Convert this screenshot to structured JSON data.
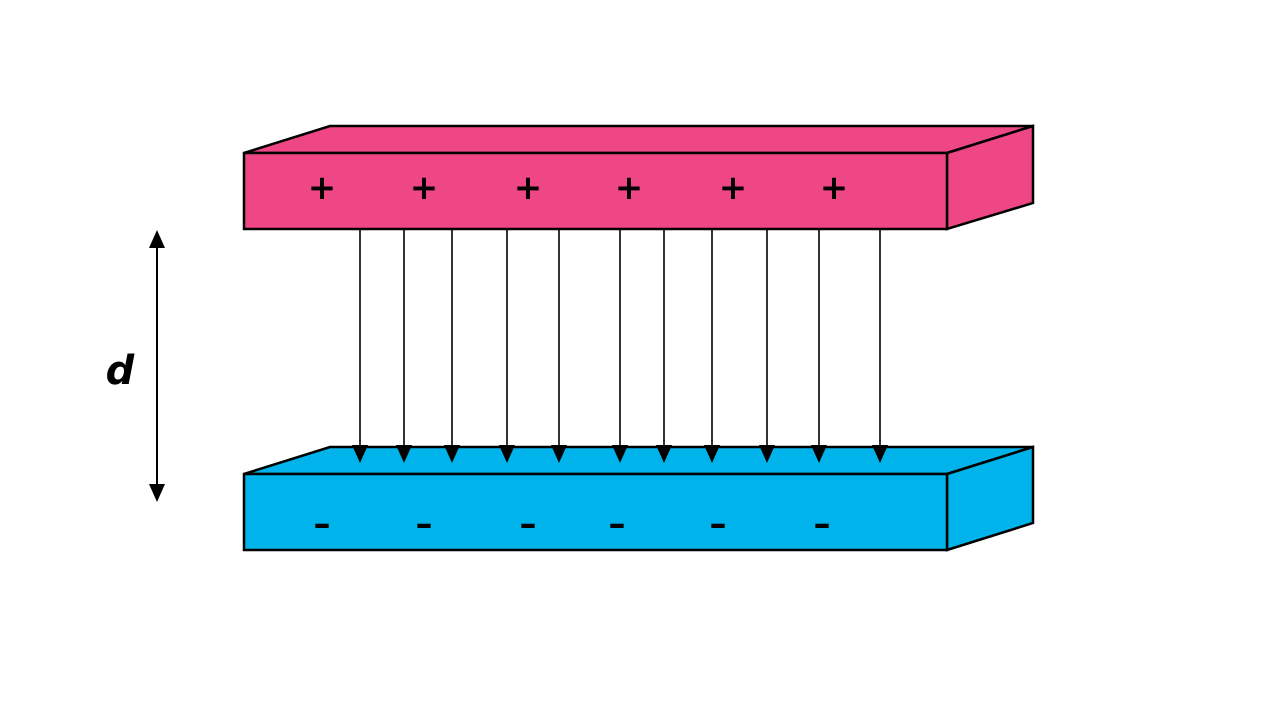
{
  "colors": {
    "top_plate": "#ef4785",
    "bottom_plate": "#00b3eb",
    "stroke": "#000000",
    "background": "#ffffff"
  },
  "top_plate": {
    "charge_symbol": "+",
    "charge_count": 6
  },
  "bottom_plate": {
    "charge_symbol": "–",
    "charge_count": 6
  },
  "field_lines": {
    "count": 11,
    "direction": "down"
  },
  "separation": {
    "label": "d"
  }
}
